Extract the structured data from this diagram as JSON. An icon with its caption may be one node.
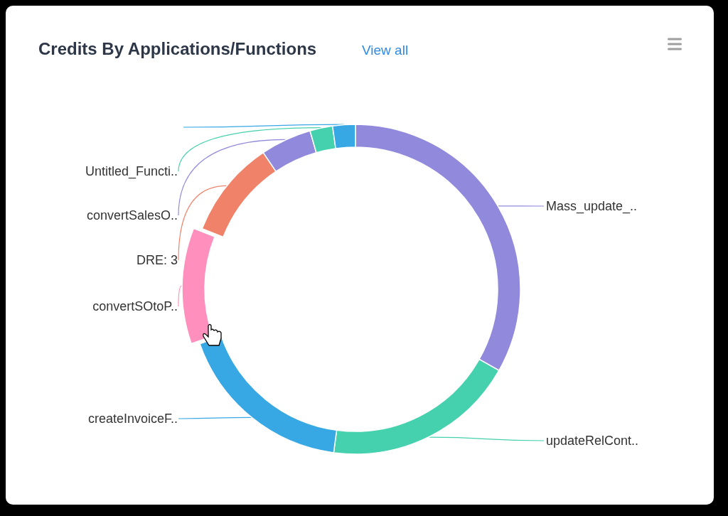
{
  "diagram": {
    "title": "Credits By Applications/Functions",
    "nodes": [
      {
        "text": [
          "Untitled_Functi.."
        ]
      },
      {
        "text": [
          "convertSalesO.."
        ]
      },
      {
        "text": [
          "DRE: 3"
        ]
      },
      {
        "text": [
          "convertSOtoP.."
        ]
      },
      {
        "text": [
          "createInvoiceF.."
        ]
      },
      {
        "text": [
          "Mass_update_.."
        ]
      },
      {
        "text": [
          "updateRelCont.."
        ]
      },
      {
        "text": [],
        "shape": "segment"
      },
      {
        "text": [],
        "shape": "segment"
      },
      {
        "text": [],
        "shape": "segment"
      },
      {
        "text": [],
        "shape": "segment"
      },
      {
        "text": [],
        "shape": "segment"
      },
      {
        "text": [],
        "shape": "segment"
      },
      {
        "text": [],
        "shape": "segment"
      },
      {
        "text": [],
        "shape": "segment"
      }
    ],
    "edges": [
      {
        "from": 5,
        "to": 7,
        "arrow": "none",
        "color": "#9089dc"
      },
      {
        "from": 6,
        "to": 8,
        "arrow": "none",
        "color": "#45d1ad"
      },
      {
        "from": 4,
        "to": 9,
        "arrow": "none",
        "color": "#37a8e3"
      },
      {
        "from": 3,
        "to": 10,
        "arrow": "none",
        "color": "#ff8fbd"
      },
      {
        "from": 2,
        "to": 11,
        "arrow": "none",
        "color": "#f0826a"
      },
      {
        "from": 1,
        "to": 12,
        "arrow": "none",
        "color": "#9089dc"
      },
      {
        "from": 0,
        "to": 13,
        "arrow": "none",
        "color": "#45d1ad"
      },
      {
        "from": null,
        "to": 14,
        "arrow": "none",
        "color": "#37a8e3"
      }
    ],
    "labels": [
      "View all"
    ]
  }
}
